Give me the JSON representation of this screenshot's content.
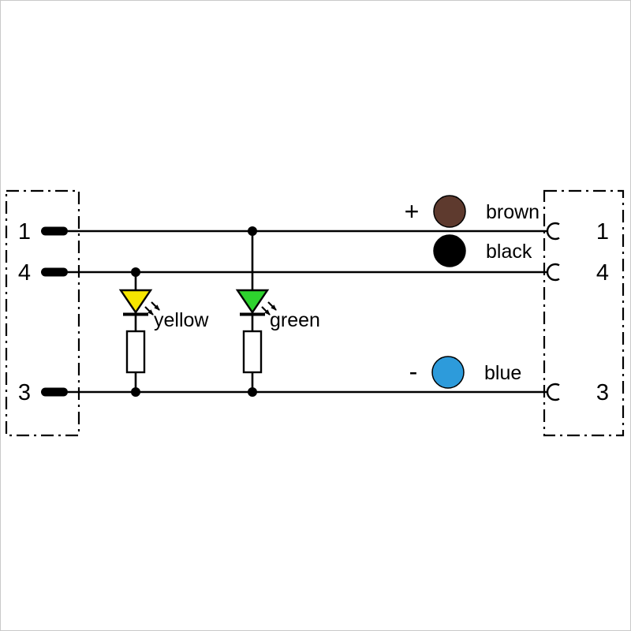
{
  "connectors": {
    "left_pins": [
      "1",
      "4",
      "3"
    ],
    "right_pins": [
      "1",
      "4",
      "3"
    ]
  },
  "leds": [
    {
      "label": "yellow",
      "color": "#F6E600"
    },
    {
      "label": "green",
      "color": "#2ED32E"
    }
  ],
  "legend": [
    {
      "sign": "+",
      "label": "brown",
      "color": "#5E3A2E"
    },
    {
      "sign": "",
      "label": "black",
      "color": "#000000"
    },
    {
      "sign": "-",
      "label": "blue",
      "color": "#2D9BDB"
    }
  ]
}
